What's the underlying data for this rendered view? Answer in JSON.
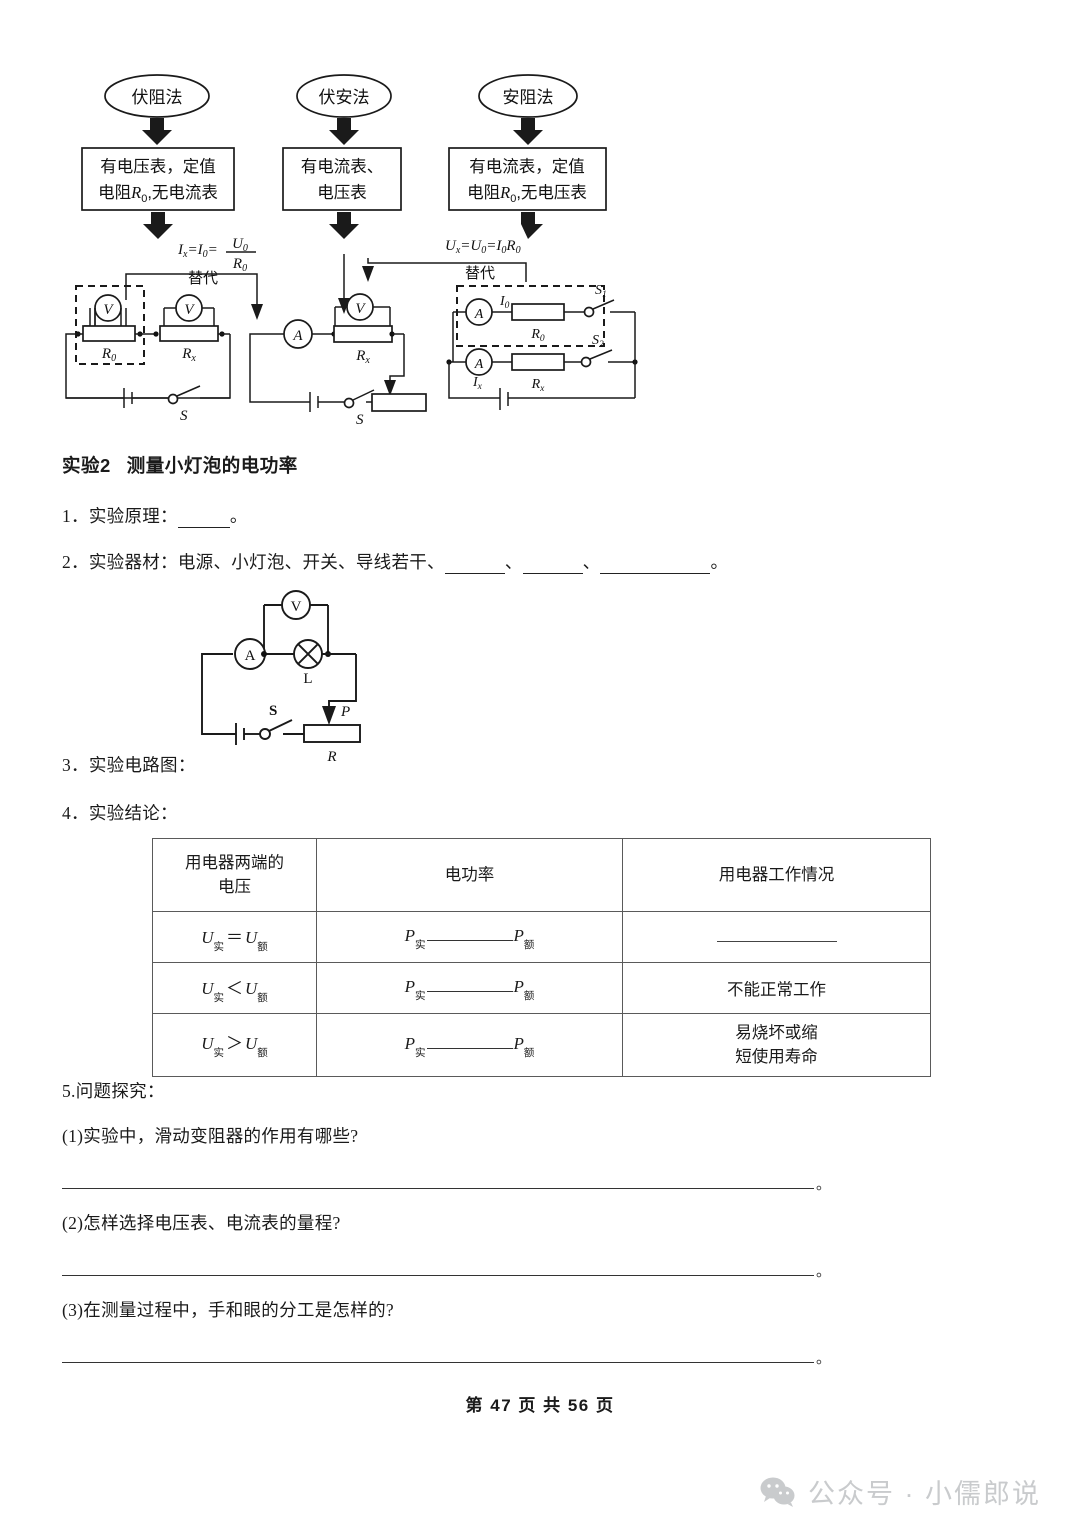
{
  "flowchart": {
    "methods": [
      {
        "oval": "伏阻法",
        "box_line1": "有电压表，定值",
        "box_line2_pre": "电阻",
        "box_line2_sym": "R",
        "box_line2_sub": "0",
        "box_line2_post": ",无电流表"
      },
      {
        "oval": "伏安法",
        "box_line1": "有电流表、",
        "box_line2_pre": "电压表",
        "box_line2_sym": "",
        "box_line2_sub": "",
        "box_line2_post": ""
      },
      {
        "oval": "安阻法",
        "box_line1": "有电流表，定值",
        "box_line2_pre": "电阻",
        "box_line2_sym": "R",
        "box_line2_sub": "0",
        "box_line2_post": ",无电压表"
      }
    ],
    "formula_left": "Ix=I0= U0/R0",
    "formula_right": "Ux=U0=I0R0",
    "substitute_label": "替代",
    "circuit_labels": {
      "voltmeter": "V",
      "ammeter": "A",
      "r0": "R0",
      "rx": "Rx",
      "switch": "S",
      "switch1": "S1",
      "switch2": "S2",
      "i0": "I0",
      "ix": "Ix"
    }
  },
  "experiment": {
    "title_prefix": "实验2",
    "title_name": "测量小灯泡的电功率",
    "item1_label": "1．实验原理：",
    "item1_suffix": "。",
    "item2_label": "2．实验器材：电源、小灯泡、开关、导线若干、",
    "item2_sep": "、",
    "item2_suffix": "。",
    "item3_label": "3．实验电路图：",
    "item4_label": "4．实验结论：",
    "item5_label": "5.问题探究："
  },
  "lamp_circuit": {
    "ammeter": "A",
    "voltmeter": "V",
    "lamp": "L",
    "switch": "S",
    "rheostat": "R",
    "slider": "P"
  },
  "table": {
    "headers": [
      "用电器两端的\n电压",
      "电功率",
      "用电器工作情况"
    ],
    "header_col1_line1": "用电器两端的",
    "header_col1_line2": "电压",
    "header_col2": "电功率",
    "header_col3": "用电器工作情况",
    "rows": [
      {
        "voltage": {
          "sym": "U",
          "sub1": "实",
          "op": "＝",
          "sym2": "U",
          "sub2": "额"
        },
        "power": {
          "sym": "P",
          "sub1": "实",
          "sym2": "P",
          "sub2": "额"
        },
        "status": "",
        "status_is_blank": true
      },
      {
        "voltage": {
          "sym": "U",
          "sub1": "实",
          "op": "＜",
          "sym2": "U",
          "sub2": "额"
        },
        "power": {
          "sym": "P",
          "sub1": "实",
          "sym2": "P",
          "sub2": "额"
        },
        "status": "不能正常工作",
        "status_is_blank": false
      },
      {
        "voltage": {
          "sym": "U",
          "sub1": "实",
          "op": "＞",
          "sym2": "U",
          "sub2": "额"
        },
        "power": {
          "sym": "P",
          "sub1": "实",
          "sym2": "P",
          "sub2": "额"
        },
        "status_line1": "易烧坏或缩",
        "status_line2": "短使用寿命",
        "status_is_blank": false
      }
    ]
  },
  "questions": [
    "(1)实验中，滑动变阻器的作用有哪些?",
    "(2)怎样选择电压表、电流表的量程?",
    "(3)在测量过程中，手和眼的分工是怎样的?"
  ],
  "answer_terminator": "。",
  "footer": {
    "page_text": "第 47 页 共 56 页"
  },
  "watermark": {
    "text": "公众号 · 小儒郎说"
  }
}
